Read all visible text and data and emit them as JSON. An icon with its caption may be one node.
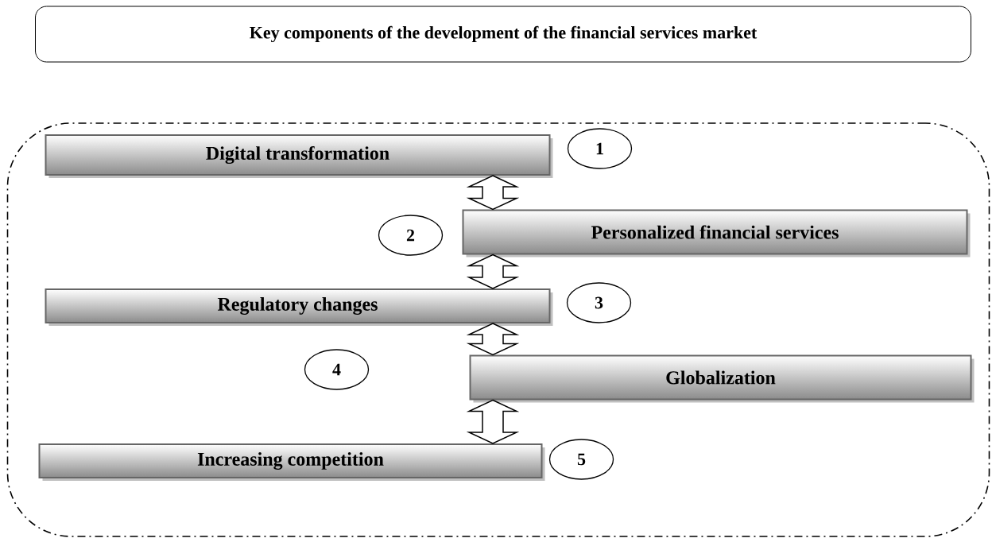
{
  "diagram": {
    "nodes": [
      {
        "text": [
          "Key components of the development of the financial services market"
        ]
      },
      {
        "text": [],
        "shape": "box"
      },
      {
        "text": [
          "Digital transformation"
        ],
        "in": 1
      },
      {
        "text": [
          "1"
        ],
        "in": 1
      },
      {
        "text": [
          "2"
        ],
        "in": 1
      },
      {
        "text": [
          "Personalized financial services"
        ],
        "in": 1
      },
      {
        "text": [
          "Regulatory changes"
        ],
        "in": 1
      },
      {
        "text": [
          "3"
        ],
        "in": 1
      },
      {
        "text": [
          "4"
        ],
        "in": 1
      },
      {
        "text": [
          "Globalization"
        ],
        "in": 1
      },
      {
        "text": [
          "Increasing competition"
        ],
        "in": 1
      },
      {
        "text": [
          "5"
        ],
        "in": 1
      }
    ],
    "edges": [
      {
        "from": 2,
        "to": 5,
        "arrow": "both"
      },
      {
        "from": 5,
        "to": 6,
        "arrow": "both"
      },
      {
        "from": 6,
        "to": 9,
        "arrow": "both"
      },
      {
        "from": 9,
        "to": 10,
        "arrow": "both"
      }
    ]
  }
}
